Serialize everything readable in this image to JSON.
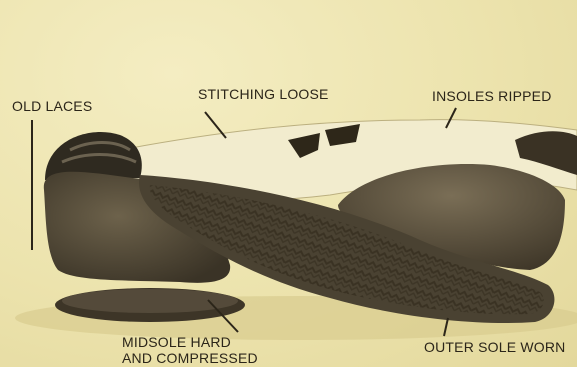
{
  "labels": {
    "old_laces": "OLD LACES",
    "stitching_loose": "STITCHING LOOSE",
    "insoles_ripped": "INSOLES RIPPED",
    "midsole_line1": "MIDSOLE HARD",
    "midsole_line2": "AND COMPRESSED",
    "outer_sole_worn": "OUTER SOLE WORN"
  },
  "colors": {
    "paper": "#efe7b6",
    "ink": "#2b2519"
  }
}
